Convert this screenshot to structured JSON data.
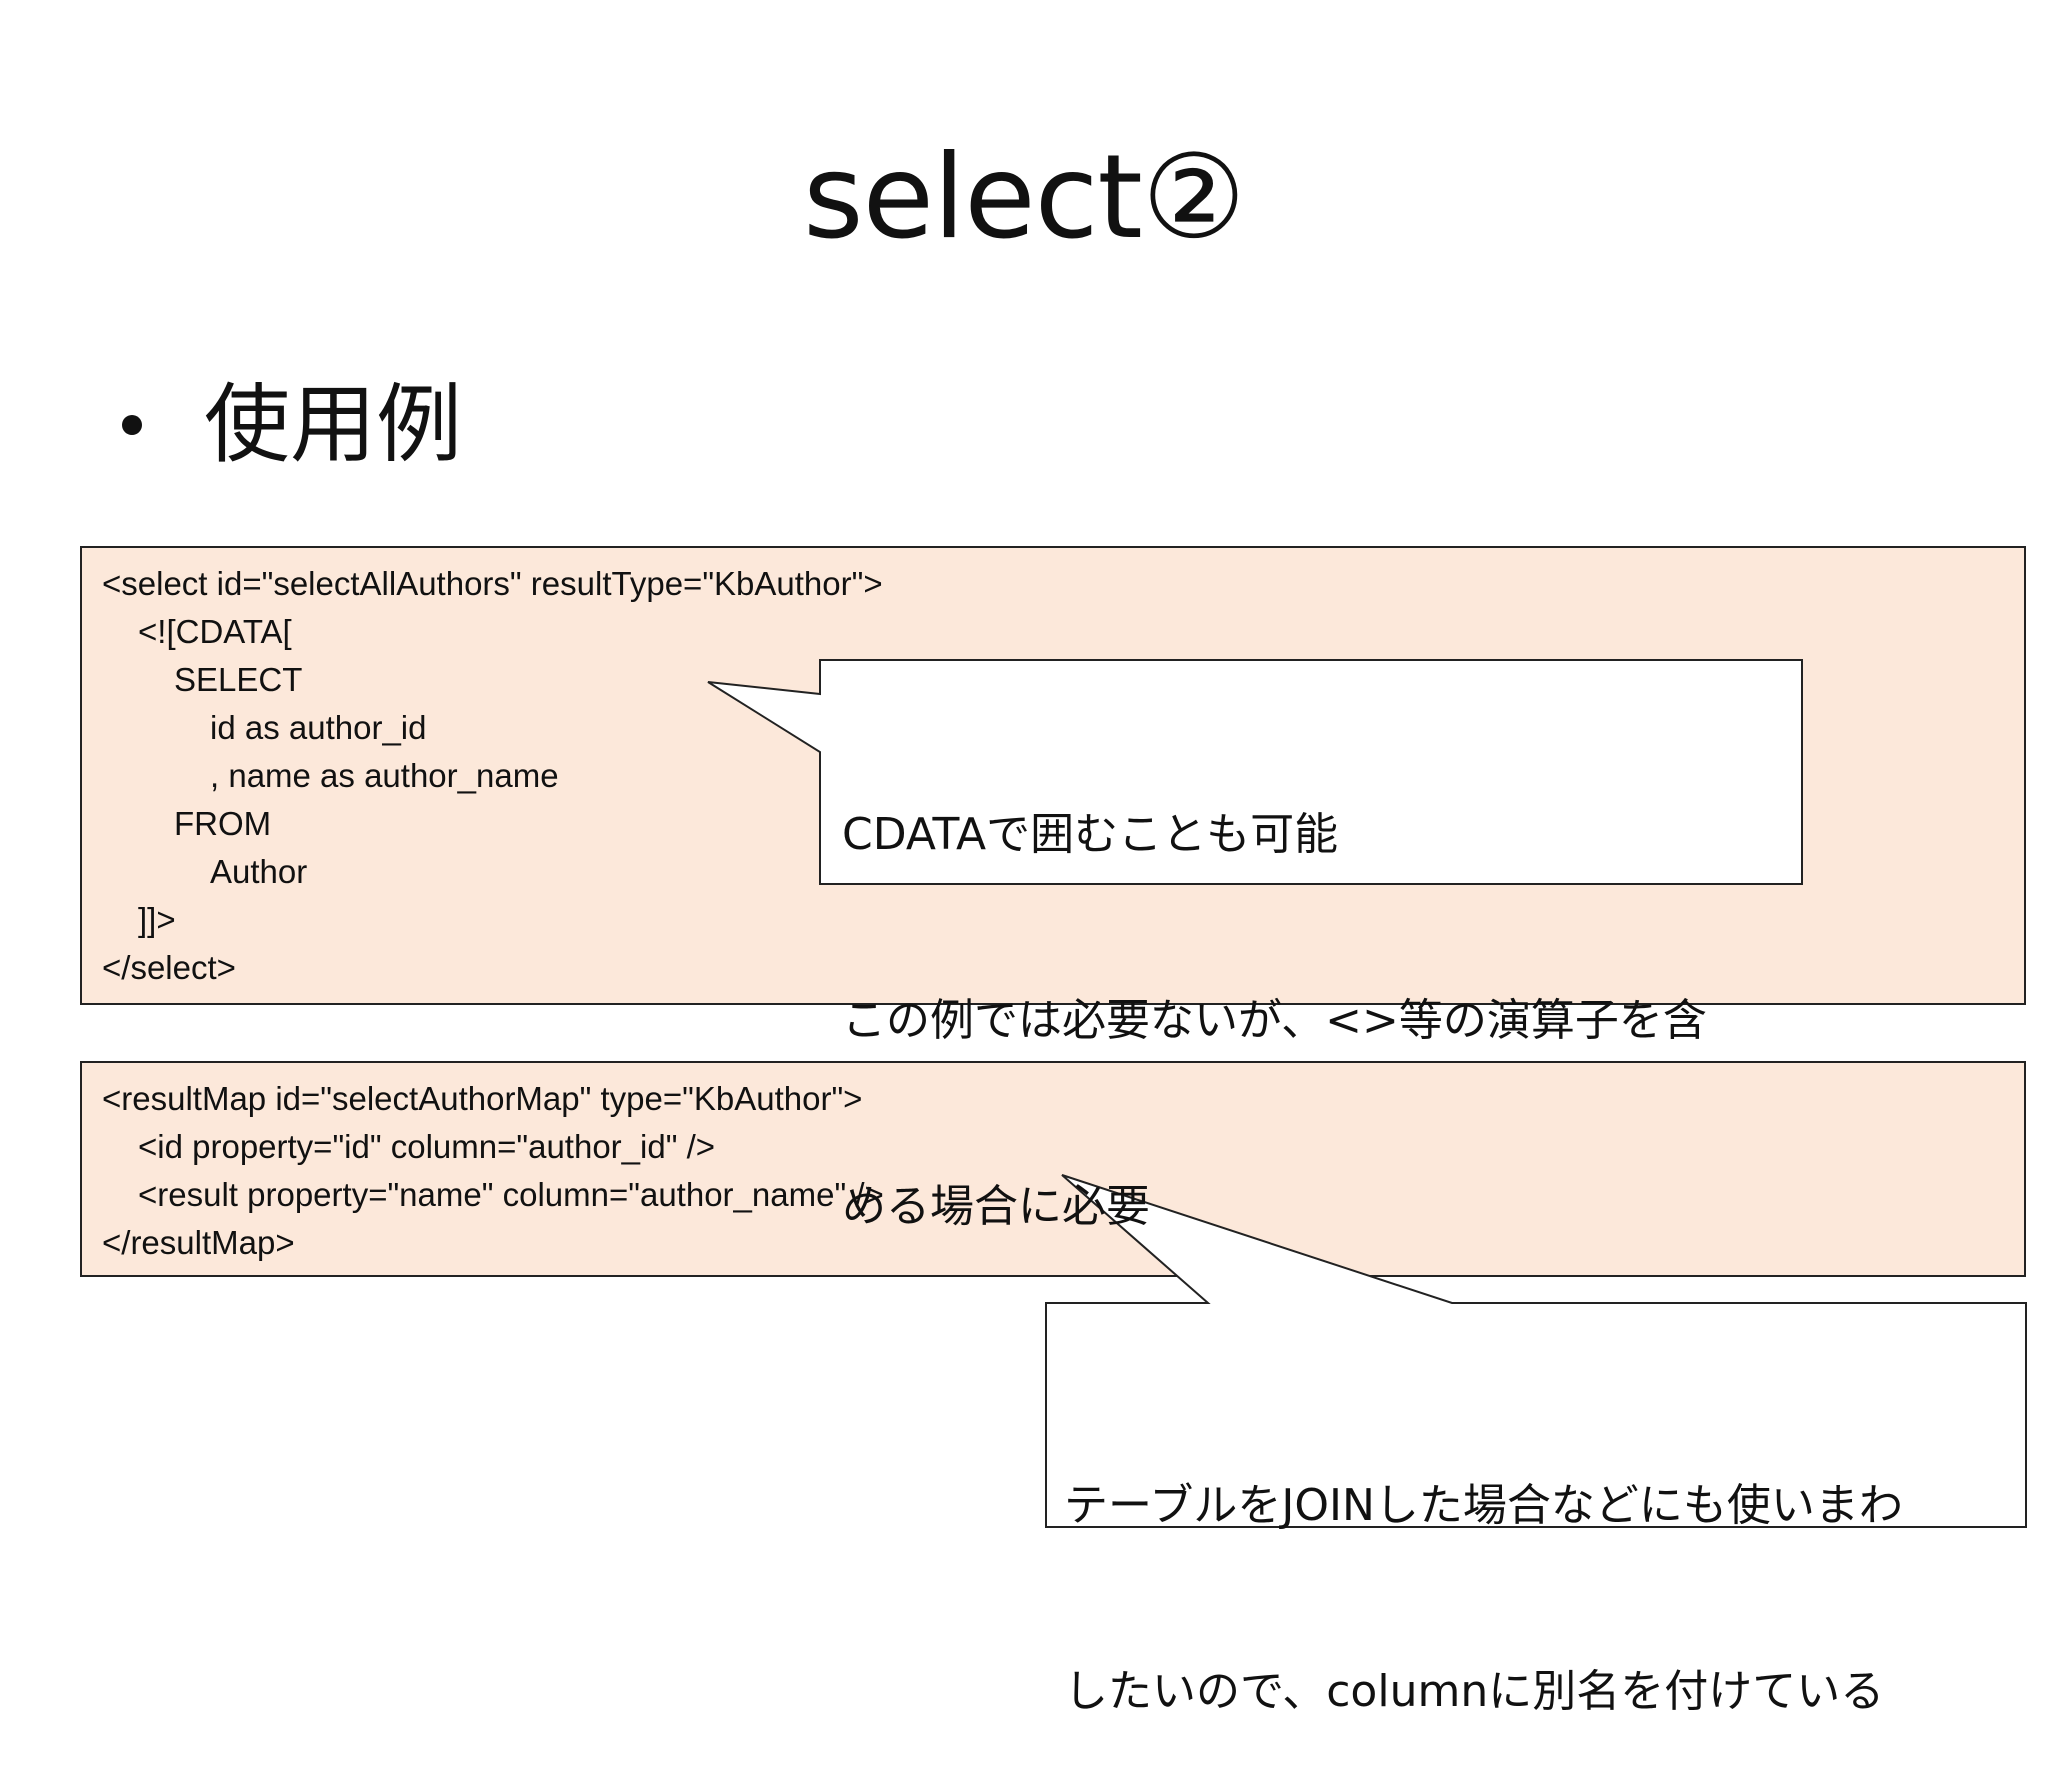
{
  "title": "select②",
  "bullet": "使用例",
  "code_block_1": {
    "lines": [
      "<select id=\"selectAllAuthors\" resultType=\"KbAuthor\">",
      "<![CDATA[",
      "SELECT",
      "id as author_id",
      ", name as author_name",
      "FROM",
      "Author",
      "]]>",
      "</select>"
    ]
  },
  "code_block_2": {
    "lines": [
      "<resultMap id=\"selectAuthorMap\" type=\"KbAuthor\">",
      "<id property=\"id\" column=\"author_id\" />",
      "<result property=\"name\" column=\"author_name\" />",
      "</resultMap>"
    ]
  },
  "callout_1": {
    "lines": [
      "CDATAで囲むことも可能",
      "この例では必要ないが、<>等の演算子を含",
      "める場合に必要"
    ]
  },
  "callout_2": {
    "lines": [
      "テーブルをJOINした場合などにも使いまわ",
      "したいので、columnに別名を付けている"
    ]
  },
  "colors": {
    "code_background": "#fce8da",
    "border": "#222222",
    "text": "#111111"
  }
}
